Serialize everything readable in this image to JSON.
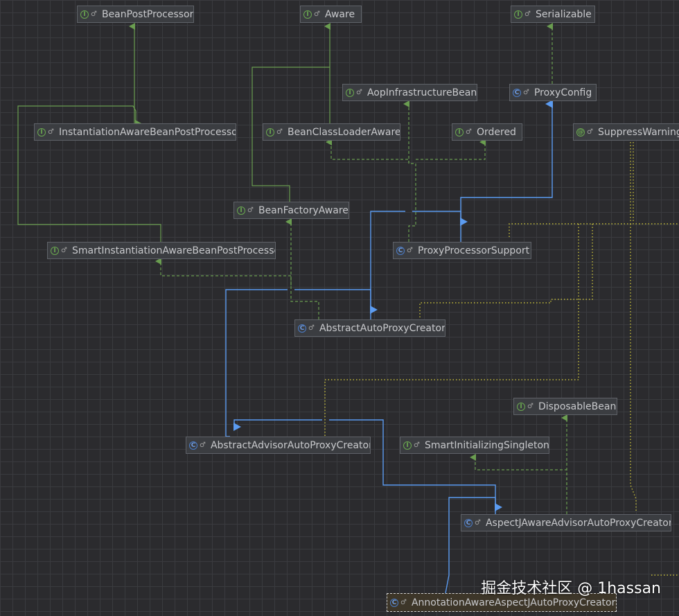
{
  "colors": {
    "interface_edge": "#6a9d50",
    "class_edge": "#5b9bf0",
    "annotation_edge": "#c5bd3a",
    "background": "#2b2b2e"
  },
  "nodes": {
    "bean_post_processor": {
      "label": "BeanPostProcessor",
      "kind": "interface"
    },
    "aware": {
      "label": "Aware",
      "kind": "interface"
    },
    "serializable": {
      "label": "Serializable",
      "kind": "interface"
    },
    "aop_infrastructure_bean": {
      "label": "AopInfrastructureBean",
      "kind": "interface"
    },
    "proxy_config": {
      "label": "ProxyConfig",
      "kind": "class"
    },
    "instantiation_aware_bpp": {
      "label": "InstantiationAwareBeanPostProcessor",
      "kind": "interface"
    },
    "bean_class_loader_aware": {
      "label": "BeanClassLoaderAware",
      "kind": "interface"
    },
    "ordered": {
      "label": "Ordered",
      "kind": "interface"
    },
    "suppress_warnings": {
      "label": "SuppressWarnings",
      "kind": "annotation"
    },
    "bean_factory_aware": {
      "label": "BeanFactoryAware",
      "kind": "interface"
    },
    "smart_instantiation_aware_bpp": {
      "label": "SmartInstantiationAwareBeanPostProcessor",
      "kind": "interface"
    },
    "proxy_processor_support": {
      "label": "ProxyProcessorSupport",
      "kind": "class"
    },
    "abstract_auto_proxy_creator": {
      "label": "AbstractAutoProxyCreator",
      "kind": "class"
    },
    "disposable_bean": {
      "label": "DisposableBean",
      "kind": "interface"
    },
    "abstract_advisor_auto_proxy_creator": {
      "label": "AbstractAdvisorAutoProxyCreator",
      "kind": "class"
    },
    "smart_initializing_singleton": {
      "label": "SmartInitializingSingleton",
      "kind": "interface"
    },
    "aspectj_aware_advisor_auto_proxy_creator": {
      "label": "AspectJAwareAdvisorAutoProxyCreator",
      "kind": "class"
    },
    "annotation_aware_aspectj_auto_proxy_creator": {
      "label": "AnnotationAwareAspectJAutoProxyCreator",
      "kind": "class"
    }
  },
  "badges": {
    "interface": "I",
    "class": "C",
    "annotation": "@"
  },
  "lock_glyph": "♂",
  "watermark": "掘金技术社区 @ 1hassan"
}
